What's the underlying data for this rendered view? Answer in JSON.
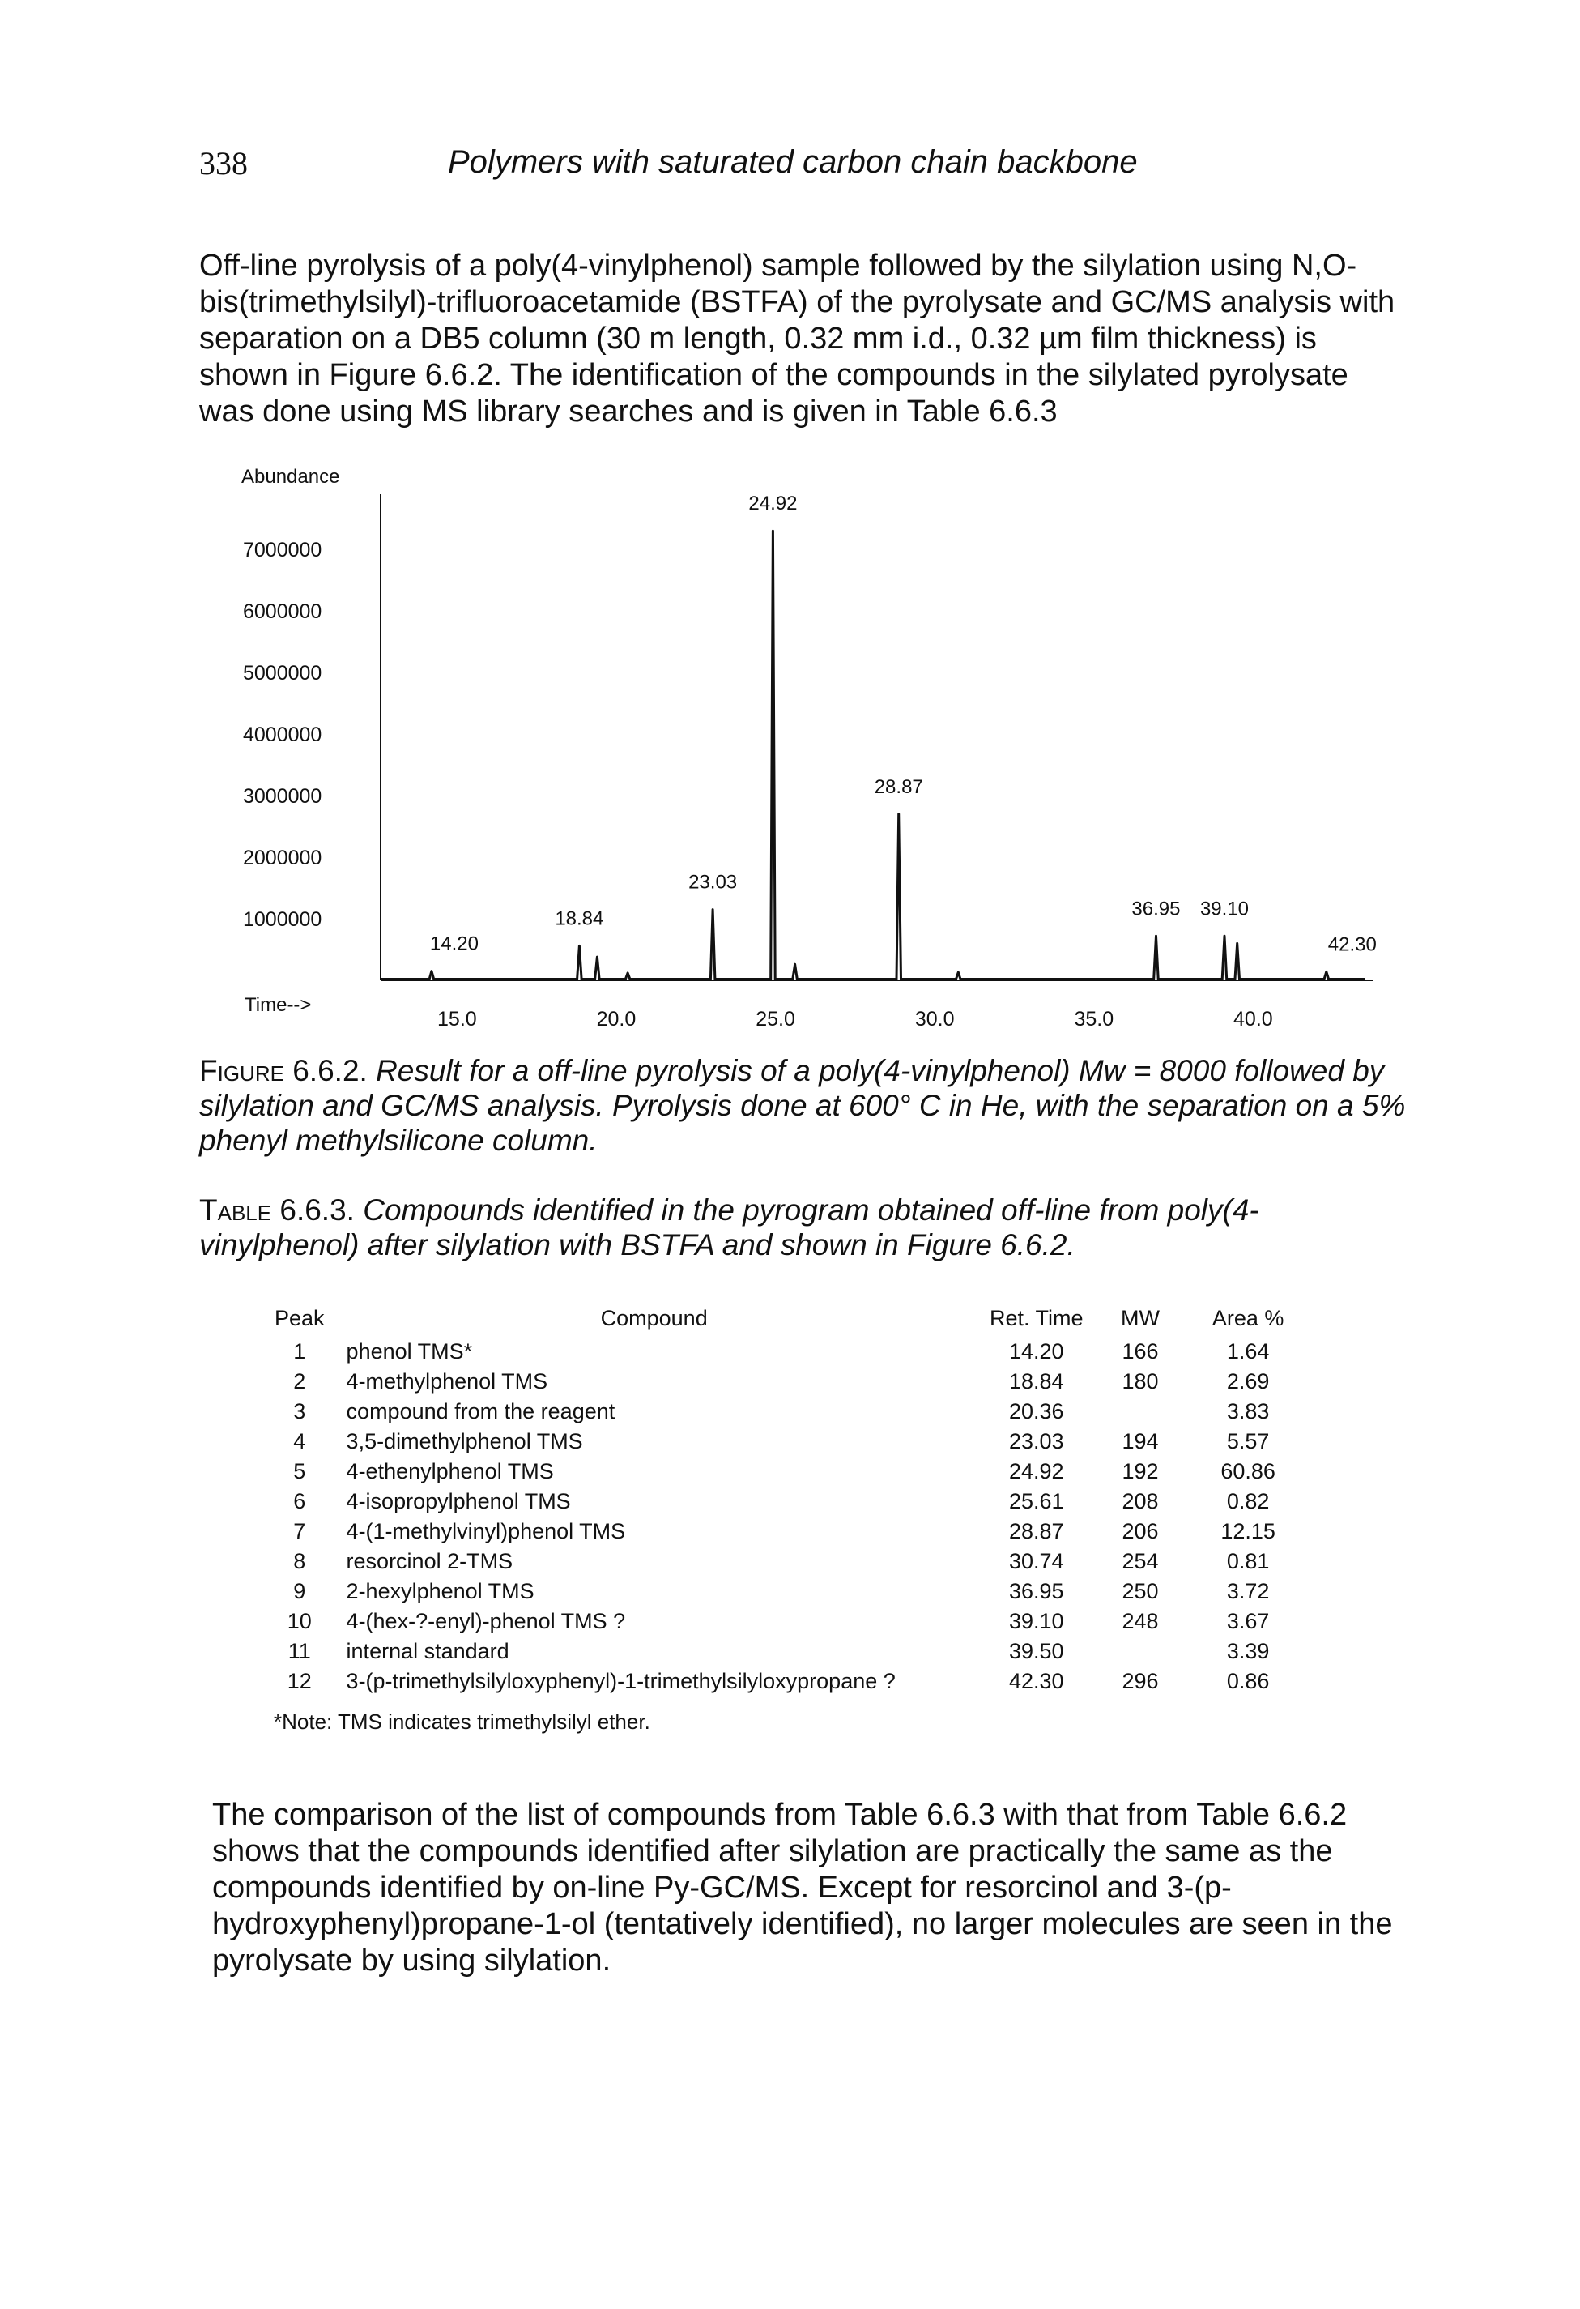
{
  "header": {
    "page_number": "338",
    "running_title": "Polymers with saturated carbon chain backbone"
  },
  "intro_paragraph": "Off-line pyrolysis of a poly(4-vinylphenol) sample followed by the silylation using N,O-bis(trimethylsilyl)-trifluoroacetamide (BSTFA) of the pyrolysate and GC/MS analysis with separation on a DB5 column (30 m length, 0.32 mm i.d., 0.32 µm film thickness) is shown in Figure 6.6.2. The identification of the compounds in the silylated pyrolysate was done using MS library searches and is given in Table 6.6.3",
  "chart_data": {
    "type": "line",
    "ylabel": "Abundance",
    "xlabel": "Time-->",
    "y_ticks": [
      1000000,
      2000000,
      3000000,
      4000000,
      5000000,
      6000000,
      7000000
    ],
    "y_tick_labels": [
      "1000000",
      "2000000",
      "3000000",
      "4000000",
      "5000000",
      "6000000",
      "7000000"
    ],
    "x_ticks": [
      15.0,
      20.0,
      25.0,
      30.0,
      35.0,
      40.0
    ],
    "x_tick_labels": [
      "15.0",
      "20.0",
      "25.0",
      "30.0",
      "35.0",
      "40.0"
    ],
    "xlim": [
      12.6,
      43.5
    ],
    "ylim": [
      0,
      7500000
    ],
    "grid": false,
    "peaks": [
      {
        "x": 14.2,
        "y": 150000,
        "label": "14.20"
      },
      {
        "x": 18.84,
        "y": 560000,
        "label": "18.84"
      },
      {
        "x": 19.4,
        "y": 380000,
        "label": ""
      },
      {
        "x": 20.36,
        "y": 120000,
        "label": ""
      },
      {
        "x": 23.03,
        "y": 1150000,
        "label": "23.03"
      },
      {
        "x": 24.92,
        "y": 7300000,
        "label": "24.92"
      },
      {
        "x": 25.61,
        "y": 260000,
        "label": ""
      },
      {
        "x": 28.87,
        "y": 2700000,
        "label": "28.87"
      },
      {
        "x": 30.74,
        "y": 130000,
        "label": ""
      },
      {
        "x": 36.95,
        "y": 720000,
        "label": "36.95"
      },
      {
        "x": 39.1,
        "y": 720000,
        "label": "39.10"
      },
      {
        "x": 39.5,
        "y": 600000,
        "label": ""
      },
      {
        "x": 42.3,
        "y": 140000,
        "label": "42.30"
      }
    ]
  },
  "figure_caption": {
    "label": "Figure 6.6.2.",
    "text": "Result for a off-line pyrolysis of a poly(4-vinylphenol) Mw = 8000 followed by silylation and GC/MS analysis. Pyrolysis done at 600° C in He, with the separation on a 5% phenyl methylsilicone column."
  },
  "table_caption": {
    "label": "Table 6.6.3.",
    "text": "Compounds identified in the pyrogram obtained off-line from poly(4-vinylphenol) after silylation with BSTFA and shown in Figure 6.6.2."
  },
  "table": {
    "headers": [
      "Peak",
      "Compound",
      "Ret. Time",
      "MW",
      "Area %"
    ],
    "rows": [
      [
        "1",
        "phenol TMS*",
        "14.20",
        "166",
        "1.64"
      ],
      [
        "2",
        "4-methylphenol TMS",
        "18.84",
        "180",
        "2.69"
      ],
      [
        "3",
        "compound from the reagent",
        "20.36",
        "",
        "3.83"
      ],
      [
        "4",
        "3,5-dimethylphenol TMS",
        "23.03",
        "194",
        "5.57"
      ],
      [
        "5",
        "4-ethenylphenol TMS",
        "24.92",
        "192",
        "60.86"
      ],
      [
        "6",
        "4-isopropylphenol TMS",
        "25.61",
        "208",
        "0.82"
      ],
      [
        "7",
        "4-(1-methylvinyl)phenol TMS",
        "28.87",
        "206",
        "12.15"
      ],
      [
        "8",
        "resorcinol 2-TMS",
        "30.74",
        "254",
        "0.81"
      ],
      [
        "9",
        "2-hexylphenol TMS",
        "36.95",
        "250",
        "3.72"
      ],
      [
        "10",
        "4-(hex-?-enyl)-phenol TMS ?",
        "39.10",
        "248",
        "3.67"
      ],
      [
        "11",
        "internal standard",
        "39.50",
        "",
        "3.39"
      ],
      [
        "12",
        "3-(p-trimethylsilyloxyphenyl)-1-trimethylsilyloxypropane ?",
        "42.30",
        "296",
        "0.86"
      ]
    ],
    "note": "*Note: TMS indicates trimethylsilyl ether."
  },
  "closing_paragraph": "The comparison of the list of compounds from Table 6.6.3 with that from Table 6.6.2 shows that the compounds identified after silylation are practically the same as the compounds identified by on-line Py-GC/MS. Except for resorcinol and 3-(p-hydroxyphenyl)propane-1-ol (tentatively identified), no larger molecules are seen in the pyrolysate by using silylation."
}
